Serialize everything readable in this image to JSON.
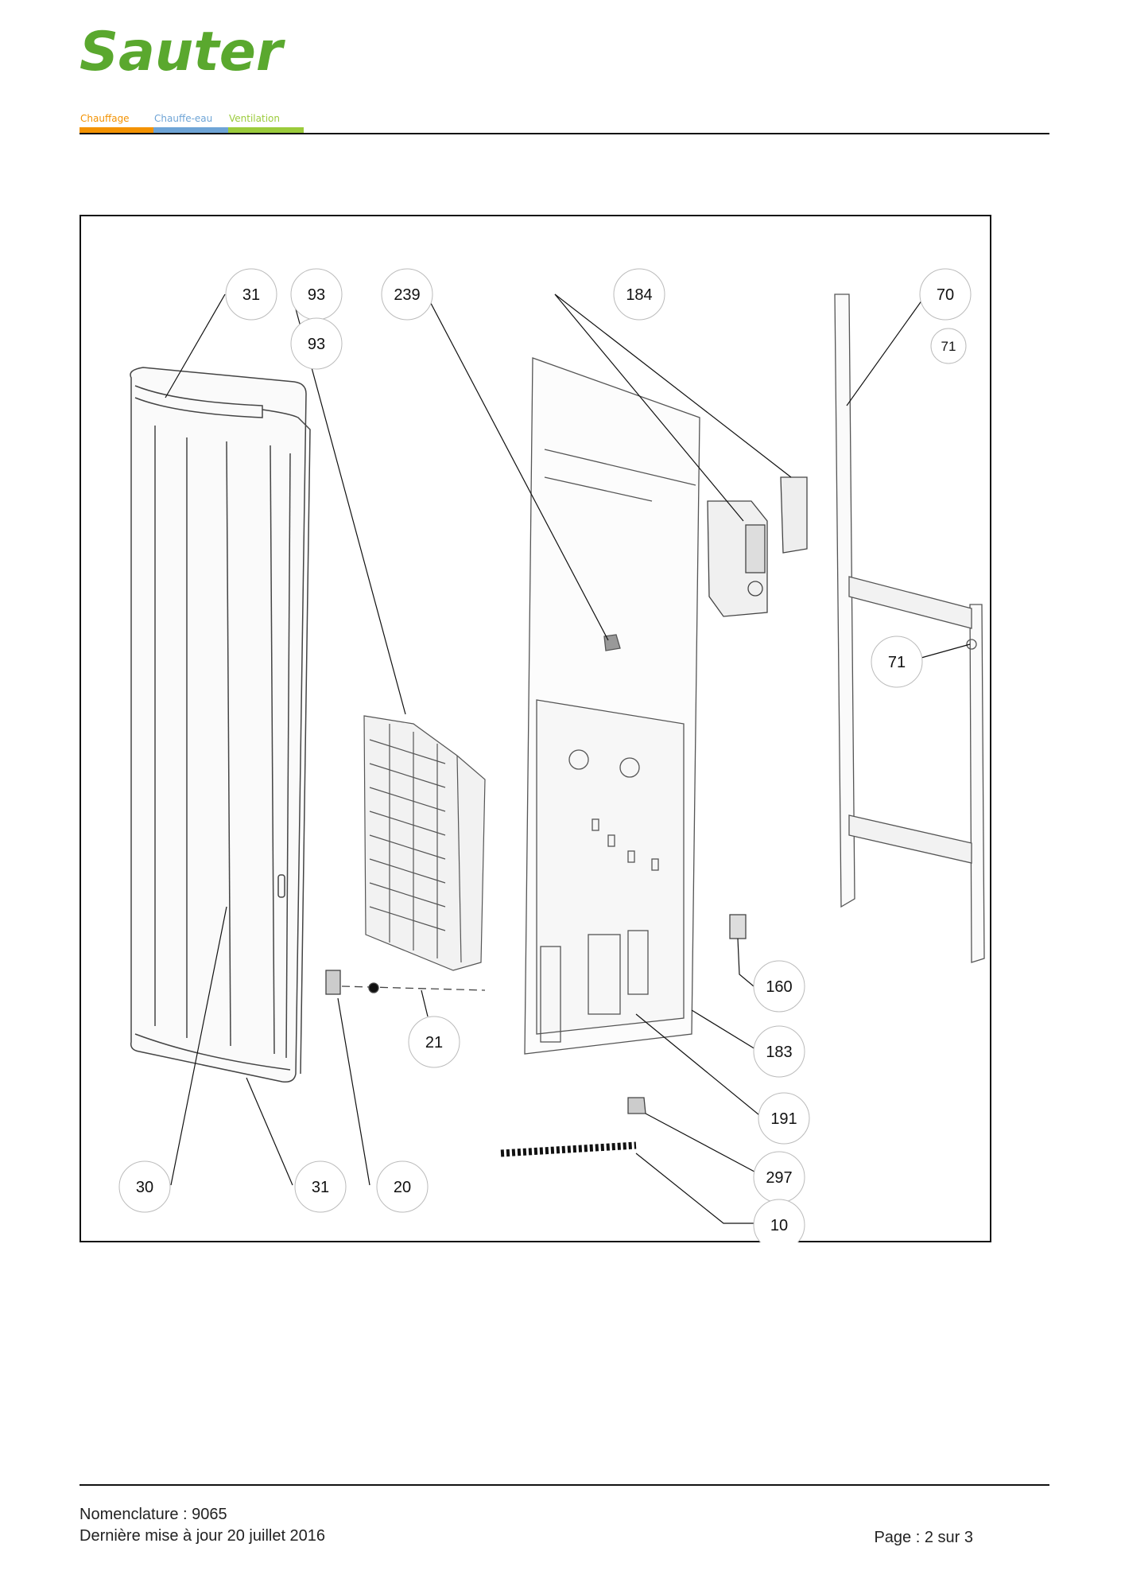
{
  "brand": {
    "name": "Sauter",
    "color": "#5aa82e",
    "categories": [
      {
        "label": "Chauffage",
        "color": "#f39200"
      },
      {
        "label": "Chauffe-eau",
        "color": "#6ea4d6"
      },
      {
        "label": "Ventilation",
        "color": "#9bcb3b"
      }
    ]
  },
  "diagram": {
    "callouts": {
      "c31a": "31",
      "c93a": "93",
      "c93b": "93",
      "c239": "239",
      "c184": "184",
      "c70": "70",
      "c71a": "71",
      "c71b": "71",
      "c160": "160",
      "c21": "21",
      "c183": "183",
      "c191": "191",
      "c297": "297",
      "c10": "10",
      "c30": "30",
      "c31b": "31",
      "c20": "20"
    }
  },
  "footer": {
    "nomenclature": "Nomenclature : 9065",
    "updated": "Dernière mise à jour 20 juillet 2016",
    "page": "Page : 2 sur 3"
  }
}
